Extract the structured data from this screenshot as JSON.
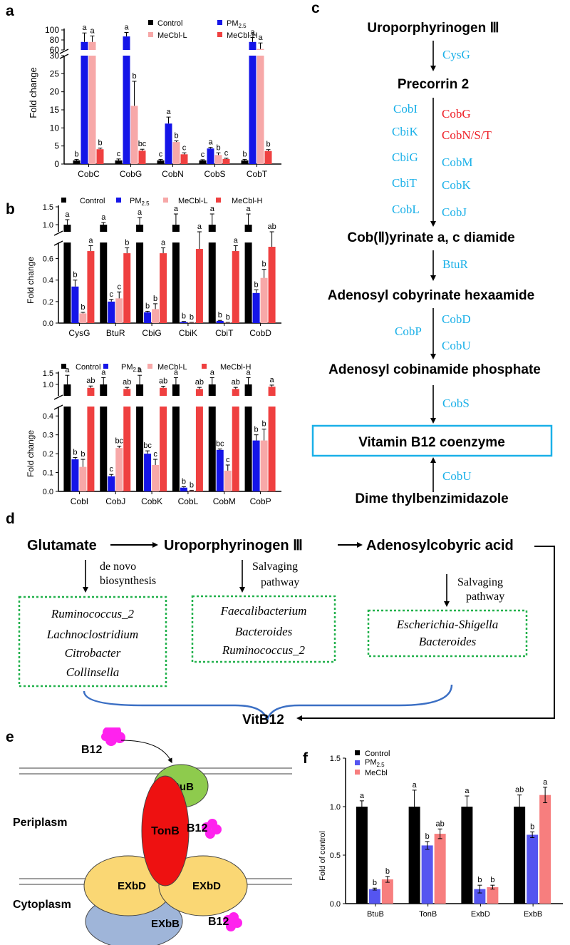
{
  "panel_labels": {
    "a": "a",
    "b": "b",
    "c": "c",
    "d": "d",
    "e": "e",
    "f": "f"
  },
  "colors": {
    "control": "#000000",
    "pm25": "#1515e8",
    "mecbl_l": "#f7a8a8",
    "mecbl_h": "#ef4040",
    "mecbl_f": "#f77e7e",
    "pm25_f": "#5555f0",
    "path_enzyme": "#1ab0e8",
    "path_red": "#ee1c24",
    "box_blue": "#1ab0e8",
    "dotted_green": "#22b14c",
    "brace_blue": "#3b6fc4",
    "btub": "#8ecb4d",
    "tonb": "#ee1111",
    "exbd": "#fad774",
    "exbb": "#9fb5d9",
    "b12": "#ff22ee"
  },
  "chart_data": [
    {
      "id": "a",
      "type": "bar",
      "ylabel": "Fold change",
      "categories": [
        "CobC",
        "CobG",
        "CobN",
        "CobS",
        "CobT"
      ],
      "legend": [
        "Control",
        "PM2.5",
        "MeCbl-L",
        "MeCbl-H"
      ],
      "series": [
        {
          "name": "Control",
          "values": [
            1,
            1,
            1,
            1,
            1
          ],
          "errors": [
            0.3,
            0.4,
            0.3,
            0.2,
            0.3
          ],
          "letters": [
            "b",
            "c",
            "c",
            "c",
            "b"
          ]
        },
        {
          "name": "PM2.5",
          "values": [
            76,
            87,
            11.2,
            4.3,
            76
          ],
          "errors": [
            18,
            8,
            1.8,
            0.3,
            9
          ],
          "letters": [
            "a",
            "a",
            "a",
            "a",
            "a"
          ]
        },
        {
          "name": "MeCbl-L",
          "values": [
            76,
            16.1,
            6.1,
            2.5,
            62
          ],
          "errors": [
            12,
            6.8,
            0.3,
            0.6,
            12
          ],
          "letters": [
            "a",
            "b",
            "b",
            "b",
            "a"
          ]
        },
        {
          "name": "MeCbl-H",
          "values": [
            4.1,
            3.7,
            2.7,
            1.4,
            3.6
          ],
          "errors": [
            0.3,
            0.4,
            0.4,
            0.2,
            0.4
          ],
          "letters": [
            "b",
            "bc",
            "c",
            "c",
            "b"
          ]
        }
      ],
      "yticks_lower": [
        "0",
        "5",
        "10",
        "15",
        "20",
        "25",
        "30"
      ],
      "yticks_upper": [
        "60",
        "80",
        "100"
      ],
      "ylim_lower": [
        0,
        30
      ],
      "ylim_upper": [
        60,
        100
      ]
    },
    {
      "id": "b1",
      "type": "bar",
      "ylabel": "Fold change",
      "categories": [
        "CysG",
        "BtuR",
        "CbiG",
        "CbiK",
        "CbiT",
        "CobD"
      ],
      "legend": [
        "Control",
        "PM2.5",
        "MeCbl-L",
        "MeCbl-H"
      ],
      "series": [
        {
          "name": "Control",
          "values": [
            1,
            1,
            1,
            1,
            1,
            1
          ],
          "errors": [
            0.14,
            0.06,
            0.2,
            0.3,
            0.3,
            0.3
          ],
          "letters": [
            "a",
            "a",
            "a",
            "a",
            "a",
            "a"
          ]
        },
        {
          "name": "PM2.5",
          "values": [
            0.34,
            0.2,
            0.1,
            0.01,
            0.02,
            0.28
          ],
          "errors": [
            0.06,
            0.02,
            0.01,
            0.005,
            0.005,
            0.03
          ],
          "letters": [
            "b",
            "c",
            "b",
            "b",
            "b",
            "b"
          ]
        },
        {
          "name": "MeCbl-L",
          "values": [
            0.09,
            0.23,
            0.13,
            0.004,
            0.004,
            0.42
          ],
          "errors": [
            0.01,
            0.06,
            0.05,
            0.002,
            0.002,
            0.08
          ],
          "letters": [
            "b",
            "c",
            "b",
            "b",
            "b",
            "b"
          ]
        },
        {
          "name": "MeCbl-H",
          "values": [
            0.67,
            0.65,
            0.65,
            0.69,
            0.67,
            0.71
          ],
          "errors": [
            0.05,
            0.05,
            0.05,
            0.08,
            0.05,
            0.05
          ],
          "letters": [
            "a",
            "b",
            "a",
            "a",
            "a",
            "ab"
          ]
        }
      ],
      "yticks_lower": [
        "0.0",
        "0.2",
        "0.4",
        "0.6"
      ],
      "yticks_upper": [
        "1.0",
        "1.5"
      ],
      "ylim_lower": [
        0,
        0.75
      ],
      "ylim_upper": [
        0.8,
        1.5
      ]
    },
    {
      "id": "b2",
      "type": "bar",
      "ylabel": "Fold change",
      "categories": [
        "CobI",
        "CobJ",
        "CobK",
        "CobL",
        "CobM",
        "CobP"
      ],
      "legend": [
        "Control",
        "PM2.5",
        "MeCbl-L",
        "MeCbl-H"
      ],
      "series": [
        {
          "name": "Control",
          "values": [
            1,
            1,
            1,
            1,
            1,
            1
          ],
          "errors": [
            0.4,
            0.3,
            0.4,
            0.3,
            0.3,
            0.3
          ],
          "letters": [
            "a",
            "a",
            "a",
            "a",
            "a",
            "a"
          ]
        },
        {
          "name": "PM2.5",
          "values": [
            0.17,
            0.08,
            0.2,
            0.02,
            0.22,
            0.27
          ],
          "errors": [
            0.01,
            0.01,
            0.015,
            0.005,
            0.005,
            0.03
          ],
          "letters": [
            "b",
            "c",
            "bc",
            "b",
            "bc",
            "b"
          ]
        },
        {
          "name": "MeCbl-L",
          "values": [
            0.13,
            0.23,
            0.14,
            0.004,
            0.11,
            0.27
          ],
          "errors": [
            0.04,
            0.01,
            0.03,
            0.002,
            0.03,
            0.06
          ],
          "letters": [
            "b",
            "bc",
            "c",
            "b",
            "c",
            "b"
          ]
        },
        {
          "name": "MeCbl-H",
          "values": [
            0.85,
            0.8,
            0.85,
            0.8,
            0.8,
            0.9
          ],
          "errors": [
            0.08,
            0.07,
            0.07,
            0.07,
            0.07,
            0.07
          ],
          "letters": [
            "ab",
            "ab",
            "ab",
            "ab",
            "ab",
            "a"
          ]
        }
      ],
      "yticks_lower": [
        "0.0",
        "0.1",
        "0.2",
        "0.3",
        "0.4"
      ],
      "yticks_upper": [
        "1.0",
        "1.5"
      ],
      "ylim_lower": [
        0,
        0.45
      ],
      "ylim_upper": [
        0.5,
        1.5
      ]
    },
    {
      "id": "f",
      "type": "bar",
      "ylabel": "Fold of control",
      "categories": [
        "BtuB",
        "TonB",
        "ExbD",
        "ExbB"
      ],
      "legend": [
        "Control",
        "PM2.5",
        "MeCbl"
      ],
      "series": [
        {
          "name": "Control",
          "values": [
            1.0,
            1.0,
            1.0,
            1.0
          ],
          "errors": [
            0.06,
            0.17,
            0.11,
            0.12
          ],
          "letters": [
            "a",
            "a",
            "a",
            "ab"
          ]
        },
        {
          "name": "PM2.5",
          "values": [
            0.15,
            0.6,
            0.15,
            0.71
          ],
          "errors": [
            0.01,
            0.04,
            0.04,
            0.03
          ],
          "letters": [
            "b",
            "b",
            "b",
            "b"
          ]
        },
        {
          "name": "MeCbl",
          "values": [
            0.25,
            0.72,
            0.17,
            1.12
          ],
          "errors": [
            0.03,
            0.05,
            0.02,
            0.08
          ],
          "letters": [
            "b",
            "ab",
            "b",
            "a"
          ]
        }
      ],
      "yticks": [
        "0.0",
        "0.5",
        "1.0",
        "1.5"
      ],
      "ylim": [
        0,
        1.5
      ]
    }
  ],
  "pathway_c": {
    "uroporphyrinogen": "Uroporphyrinogen Ⅲ",
    "cysg": "CysG",
    "precorrin": "Precorrin 2",
    "left_enzymes": [
      "CobI",
      "CbiK",
      "CbiG",
      "CbiT",
      "CobL"
    ],
    "right_enzymes": [
      "CobG",
      "CobN/S/T",
      "CobM",
      "CobK",
      "CobJ"
    ],
    "cobyrinate": "Cob(Ⅱ)yrinate a, c diamide",
    "btur": "BtuR",
    "hexaamide": "Adenosyl cobyrinate hexaamide",
    "cobp": "CobP",
    "cobd": "CobD",
    "cobu1": "CobU",
    "phosphate": "Adenosyl cobinamide phosphate",
    "cobs": "CobS",
    "coenzyme": "Vitamin B12 coenzyme",
    "cobu2": "CobU",
    "dmb": "Dime thylbenzimidazole"
  },
  "panel_d": {
    "glutamate": "Glutamate",
    "uro": "Uroporphyrinogen Ⅲ",
    "acid": "Adenosylcobyric acid",
    "path1_l1": "de novo",
    "path1_l2": "biosynthesis",
    "path2_l1": "Salvaging",
    "path2_l2": "pathway",
    "path3_l1": "Salvaging",
    "path3_l2": "pathway",
    "box1": [
      "Ruminococcus_2",
      "Lachnoclostridium",
      "Citrobacter",
      "Collinsella"
    ],
    "box2": [
      "Faecalibacterium",
      "Bacteroides",
      "Ruminococcus_2"
    ],
    "box3": [
      "Escherichia-Shigella",
      "Bacteroides"
    ],
    "vitb12": "VitB12"
  },
  "panel_e": {
    "b12_top": "B12",
    "b12_mid": "B12",
    "b12_bot": "B12",
    "btub": "BtuB",
    "tonb": "TonB",
    "exbd_left": "EXbD",
    "exbd_right": "EXbD",
    "exbb": "EXbB",
    "periplasm": "Periplasm",
    "cytoplasm": "Cytoplasm"
  }
}
